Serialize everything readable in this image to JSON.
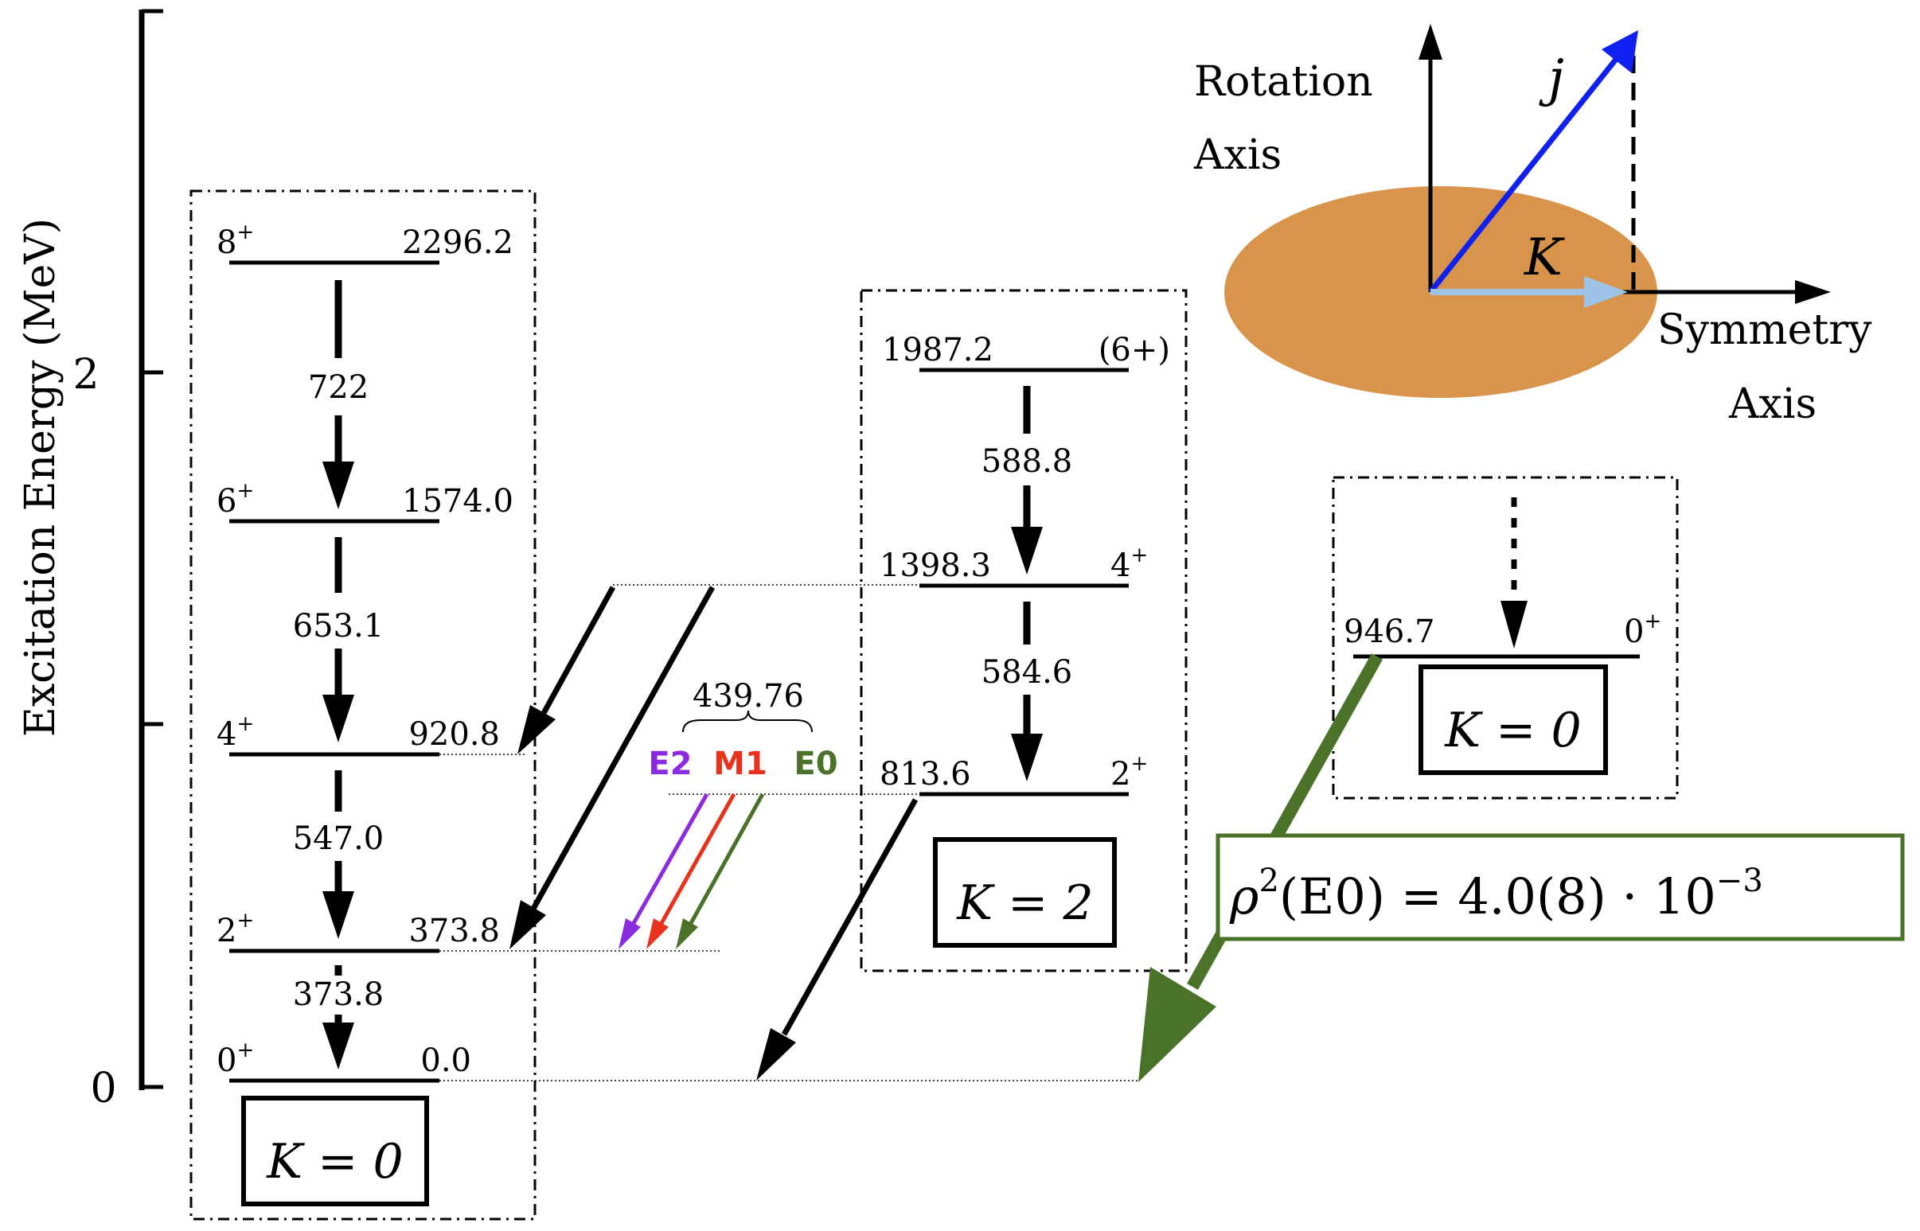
{
  "axis": {
    "title": "Excitation Energy (MeV)",
    "ticks": [
      "2",
      "0"
    ]
  },
  "ground_band": {
    "k_label": "K = 0",
    "levels": [
      {
        "spin": "8",
        "parity": "+",
        "energy": "2296.2"
      },
      {
        "spin": "6",
        "parity": "+",
        "energy": "1574.0"
      },
      {
        "spin": "4",
        "parity": "+",
        "energy": "920.8"
      },
      {
        "spin": "2",
        "parity": "+",
        "energy": "373.8"
      },
      {
        "spin": "0",
        "parity": "+",
        "energy": "0.0"
      }
    ],
    "transitions": [
      "722",
      "653.1",
      "547.0",
      "373.8"
    ]
  },
  "gamma_band": {
    "k_label": "K = 2",
    "levels": [
      {
        "energy": "1987.2",
        "spin": "(6+)",
        "parity": ""
      },
      {
        "energy": "1398.3",
        "spin": "4",
        "parity": "+"
      },
      {
        "energy": "813.6",
        "spin": "2",
        "parity": "+"
      }
    ],
    "transitions": [
      "588.8",
      "584.6"
    ]
  },
  "beta_band": {
    "k_label": "K = 0",
    "level": {
      "energy": "946.7",
      "spin": "0",
      "parity": "+"
    }
  },
  "mixed_transition": {
    "energy": "439.76",
    "multipoles": [
      {
        "name": "E2",
        "color": "#8a2be2"
      },
      {
        "name": "M1",
        "color": "#e8321e"
      },
      {
        "name": "E0",
        "color": "#4a7229"
      }
    ]
  },
  "e0_strength": {
    "prefix": "ρ",
    "exp": "2",
    "args": "(E0) = 4.0(8) · 10",
    "power": "−3",
    "color": "#4a7229"
  },
  "inset": {
    "rotation_axis_line1": "Rotation",
    "rotation_axis_line2": "Axis",
    "symmetry_axis_line1": "Symmetry",
    "symmetry_axis_line2": "Axis",
    "j_label": "j",
    "k_label": "K",
    "ellipse_color": "#d9944b",
    "j_color": "#1020f0",
    "k_color": "#9ec3e6"
  }
}
